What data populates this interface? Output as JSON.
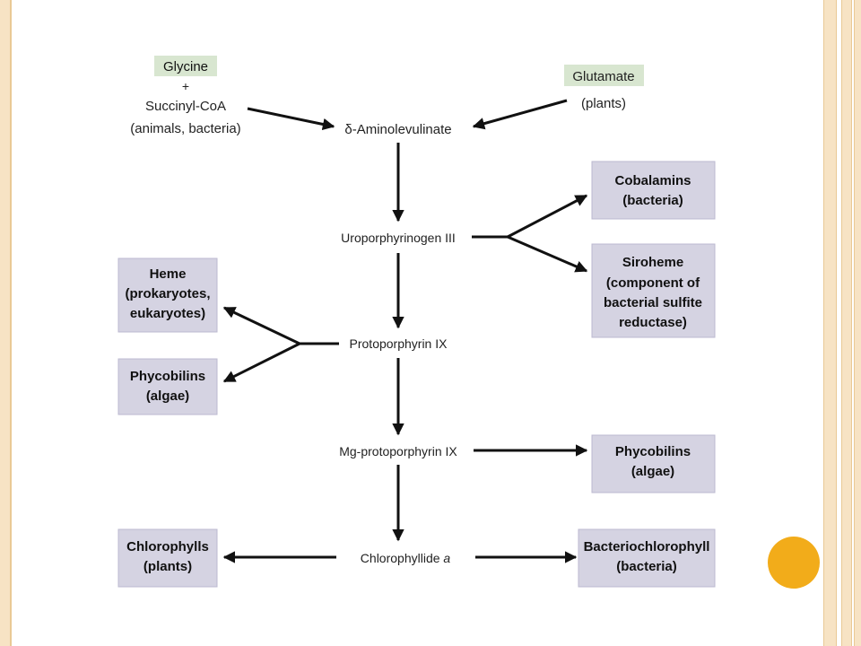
{
  "colors": {
    "box_fill": "#d5d3e2",
    "box_stroke": "#bcbad0",
    "highlight_fill": "#d8e6d0",
    "arrow": "#111111",
    "frame": "#f7e3c4",
    "accent_circle": "#f2ac1a"
  },
  "inputs": {
    "glycine": "Glycine",
    "plus": "+",
    "succinyl": "Succinyl-CoA",
    "animals_bacteria": "(animals, bacteria)",
    "glutamate": "Glutamate",
    "plants": "(plants)"
  },
  "nodes": {
    "ala_symbol": "δ",
    "ala_rest": "-Aminolevulinate",
    "uroporphyrinogen": "Uroporphyrinogen III",
    "protoporphyrin": "Protoporphyrin IX",
    "mg_protoporphyrin": "Mg-protoporphyrin IX",
    "chlorophyllide": "Chlorophyllide ",
    "chlorophyllide_a": "a"
  },
  "products": {
    "cobalamins": [
      "Cobalamins",
      "(bacteria)"
    ],
    "siroheme": [
      "Siroheme",
      "(component of",
      "bacterial sulfite",
      "reductase)"
    ],
    "heme": [
      "Heme",
      "(prokaryotes,",
      "eukaryotes)"
    ],
    "phycobilins_left": [
      "Phycobilins",
      "(algae)"
    ],
    "phycobilins_right": [
      "Phycobilins",
      "(algae)"
    ],
    "chlorophylls": [
      "Chlorophylls",
      "(plants)"
    ],
    "bacteriochlorophyll": [
      "Bacteriochlorophyll",
      "(bacteria)"
    ]
  }
}
